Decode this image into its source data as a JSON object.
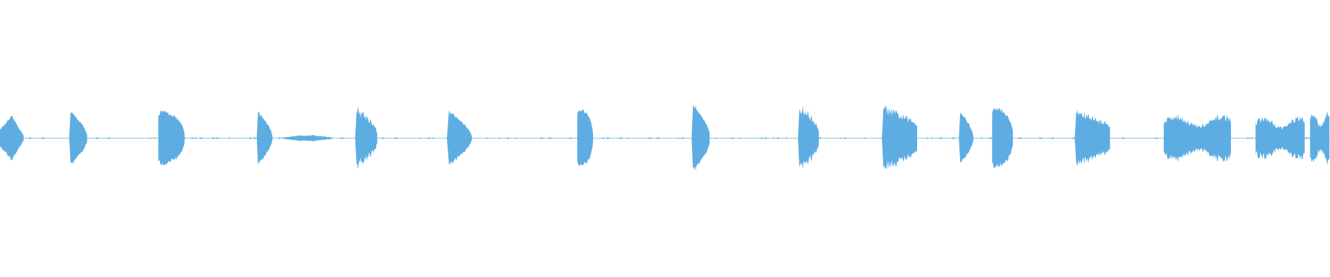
{
  "waveform": {
    "color": "#5dade2",
    "background": "#ffffff",
    "duration_fraction_range": [
      0,
      1
    ],
    "bursts": [
      {
        "start": 0.0,
        "end": 0.018,
        "peak": 0.45,
        "shape": "diamond"
      },
      {
        "start": 0.052,
        "end": 0.066,
        "peak": 0.55,
        "shape": "decay"
      },
      {
        "start": 0.119,
        "end": 0.139,
        "peak": 0.55,
        "shape": "round-decay"
      },
      {
        "start": 0.193,
        "end": 0.205,
        "peak": 0.55,
        "shape": "decay"
      },
      {
        "start": 0.267,
        "end": 0.284,
        "peak": 0.6,
        "shape": "jagged-decay"
      },
      {
        "start": 0.336,
        "end": 0.355,
        "peak": 0.55,
        "shape": "decay"
      },
      {
        "start": 0.434,
        "end": 0.446,
        "peak": 0.6,
        "shape": "round-decay"
      },
      {
        "start": 0.52,
        "end": 0.534,
        "peak": 0.72,
        "shape": "decay"
      },
      {
        "start": 0.6,
        "end": 0.616,
        "peak": 0.65,
        "shape": "jagged-decay"
      },
      {
        "start": 0.663,
        "end": 0.69,
        "peak": 0.68,
        "shape": "jagged-long"
      },
      {
        "start": 0.721,
        "end": 0.732,
        "peak": 0.55,
        "shape": "decay"
      },
      {
        "start": 0.746,
        "end": 0.762,
        "peak": 0.62,
        "shape": "round-decay"
      },
      {
        "start": 0.808,
        "end": 0.835,
        "peak": 0.6,
        "shape": "jagged-long"
      },
      {
        "start": 0.875,
        "end": 0.926,
        "peak": 0.5,
        "shape": "noise-block"
      },
      {
        "start": 0.944,
        "end": 0.981,
        "peak": 0.45,
        "shape": "noise-block"
      },
      {
        "start": 0.985,
        "end": 1.0,
        "peak": 0.55,
        "shape": "noise-block"
      }
    ],
    "quiet_segments": [
      {
        "start": 0.213,
        "end": 0.25,
        "level": 0.06
      }
    ]
  }
}
